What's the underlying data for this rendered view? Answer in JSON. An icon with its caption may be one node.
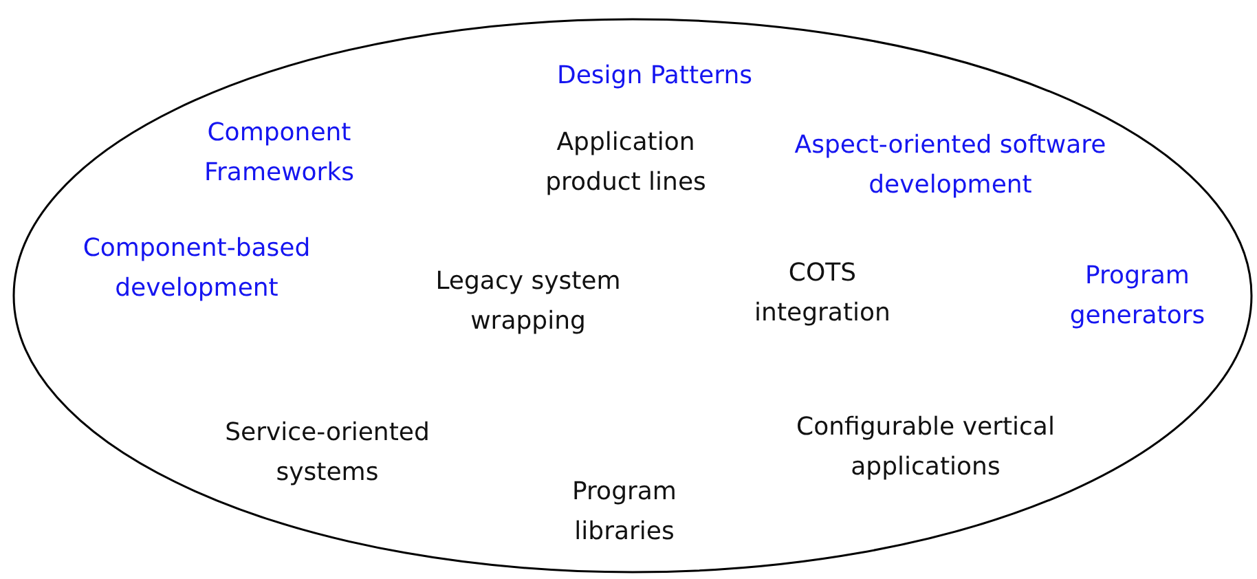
{
  "diagram": {
    "nodes": [
      {
        "text": [
          "Design Patterns",
          "Component Frameworks",
          "Application product lines",
          "Aspect-oriented software development",
          "Component-based development",
          "Legacy system wrapping",
          "COTS integration",
          "Program generators",
          "Service-oriented systems",
          "Configurable vertical applications",
          "Program libraries"
        ]
      }
    ]
  }
}
